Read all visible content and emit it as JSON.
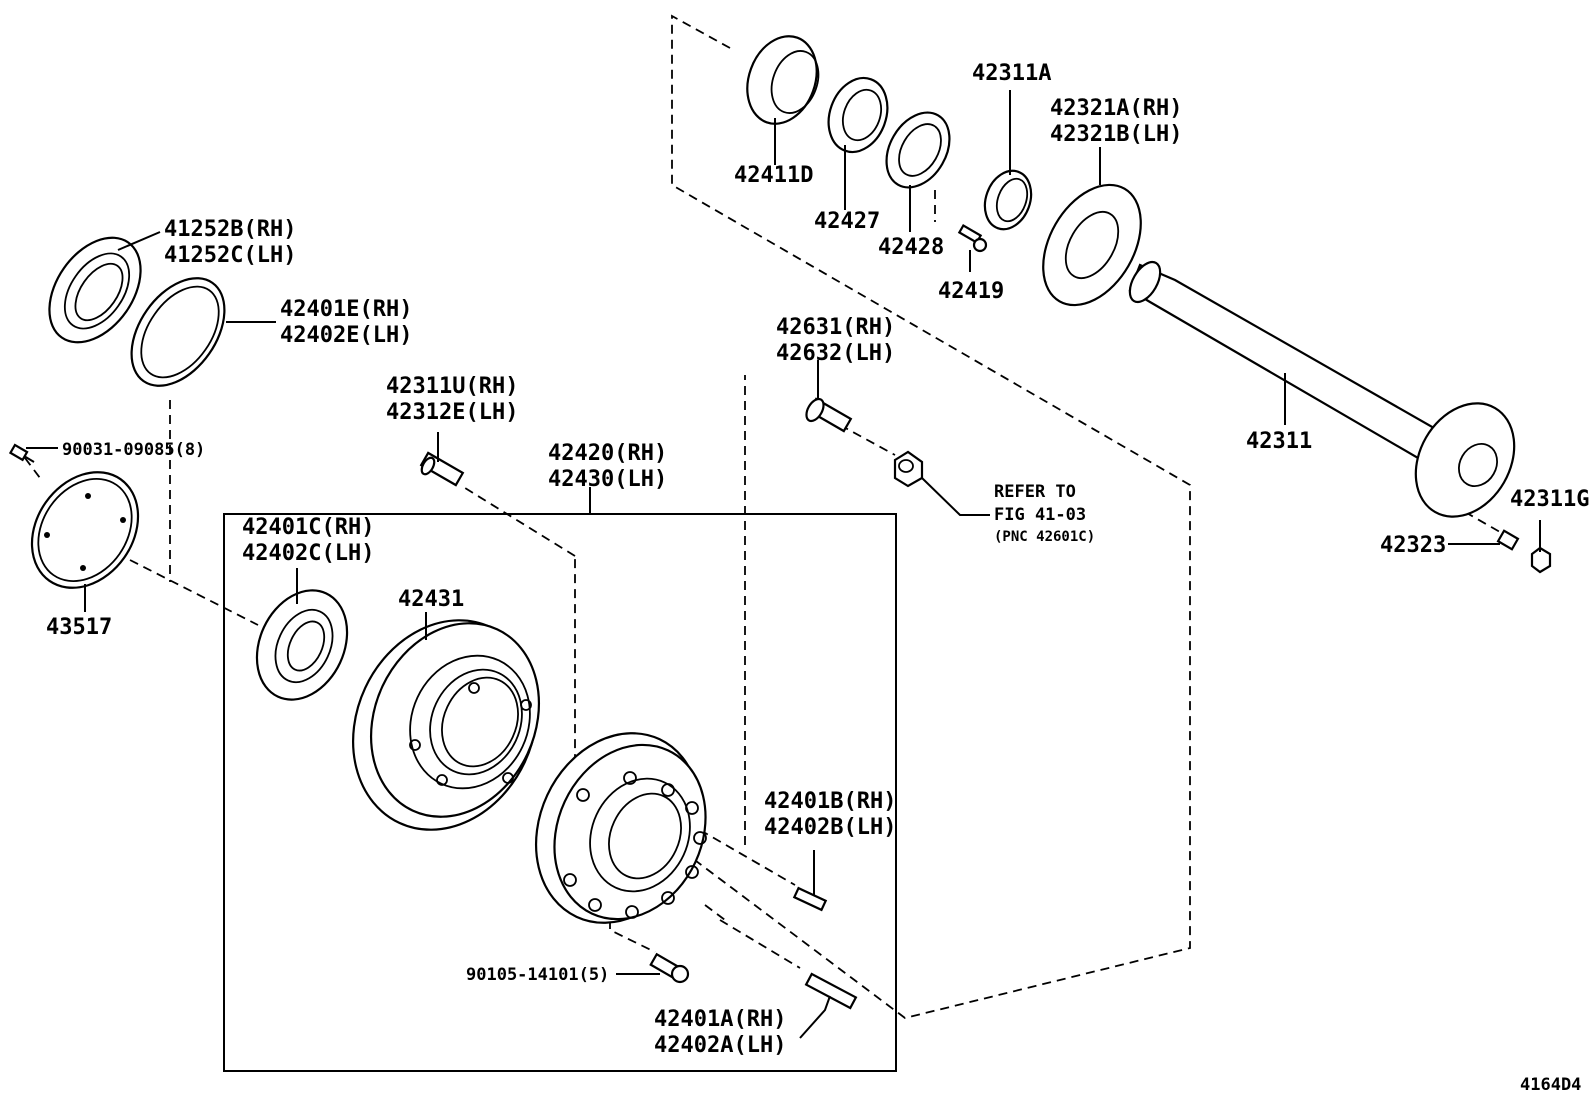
{
  "diagram": {
    "callouts": [
      {
        "id": "41252",
        "lines": [
          "41252B(RH)",
          "41252C(LH)"
        ]
      },
      {
        "id": "42401E",
        "lines": [
          "42401E(RH)",
          "42402E(LH)"
        ]
      },
      {
        "id": "90031",
        "lines": [
          "90031-09085(8)"
        ]
      },
      {
        "id": "43517",
        "lines": [
          "43517"
        ]
      },
      {
        "id": "42311U",
        "lines": [
          "42311U(RH)",
          "42312E(LH)"
        ]
      },
      {
        "id": "42420",
        "lines": [
          "42420(RH)",
          "42430(LH)"
        ]
      },
      {
        "id": "42401C",
        "lines": [
          "42401C(RH)",
          "42402C(LH)"
        ]
      },
      {
        "id": "42431",
        "lines": [
          "42431"
        ]
      },
      {
        "id": "42631",
        "lines": [
          "42631(RH)",
          "42632(LH)"
        ]
      },
      {
        "id": "refer",
        "lines": [
          "REFER TO",
          "FIG 41-03",
          "(PNC 42601C)"
        ]
      },
      {
        "id": "42401B",
        "lines": [
          "42401B(RH)",
          "42402B(LH)"
        ]
      },
      {
        "id": "90105",
        "lines": [
          "90105-14101(5)"
        ]
      },
      {
        "id": "42401A",
        "lines": [
          "42401A(RH)",
          "42402A(LH)"
        ]
      },
      {
        "id": "42411D",
        "lines": [
          "42411D"
        ]
      },
      {
        "id": "42427",
        "lines": [
          "42427"
        ]
      },
      {
        "id": "42428",
        "lines": [
          "42428"
        ]
      },
      {
        "id": "42311A",
        "lines": [
          "42311A"
        ]
      },
      {
        "id": "42419",
        "lines": [
          "42419"
        ]
      },
      {
        "id": "42321",
        "lines": [
          "42321A(RH)",
          "42321B(LH)"
        ]
      },
      {
        "id": "42311",
        "lines": [
          "42311"
        ]
      },
      {
        "id": "42311G",
        "lines": [
          "42311G"
        ]
      },
      {
        "id": "42323",
        "lines": [
          "42323"
        ]
      }
    ],
    "figure_code": "4164D4"
  }
}
